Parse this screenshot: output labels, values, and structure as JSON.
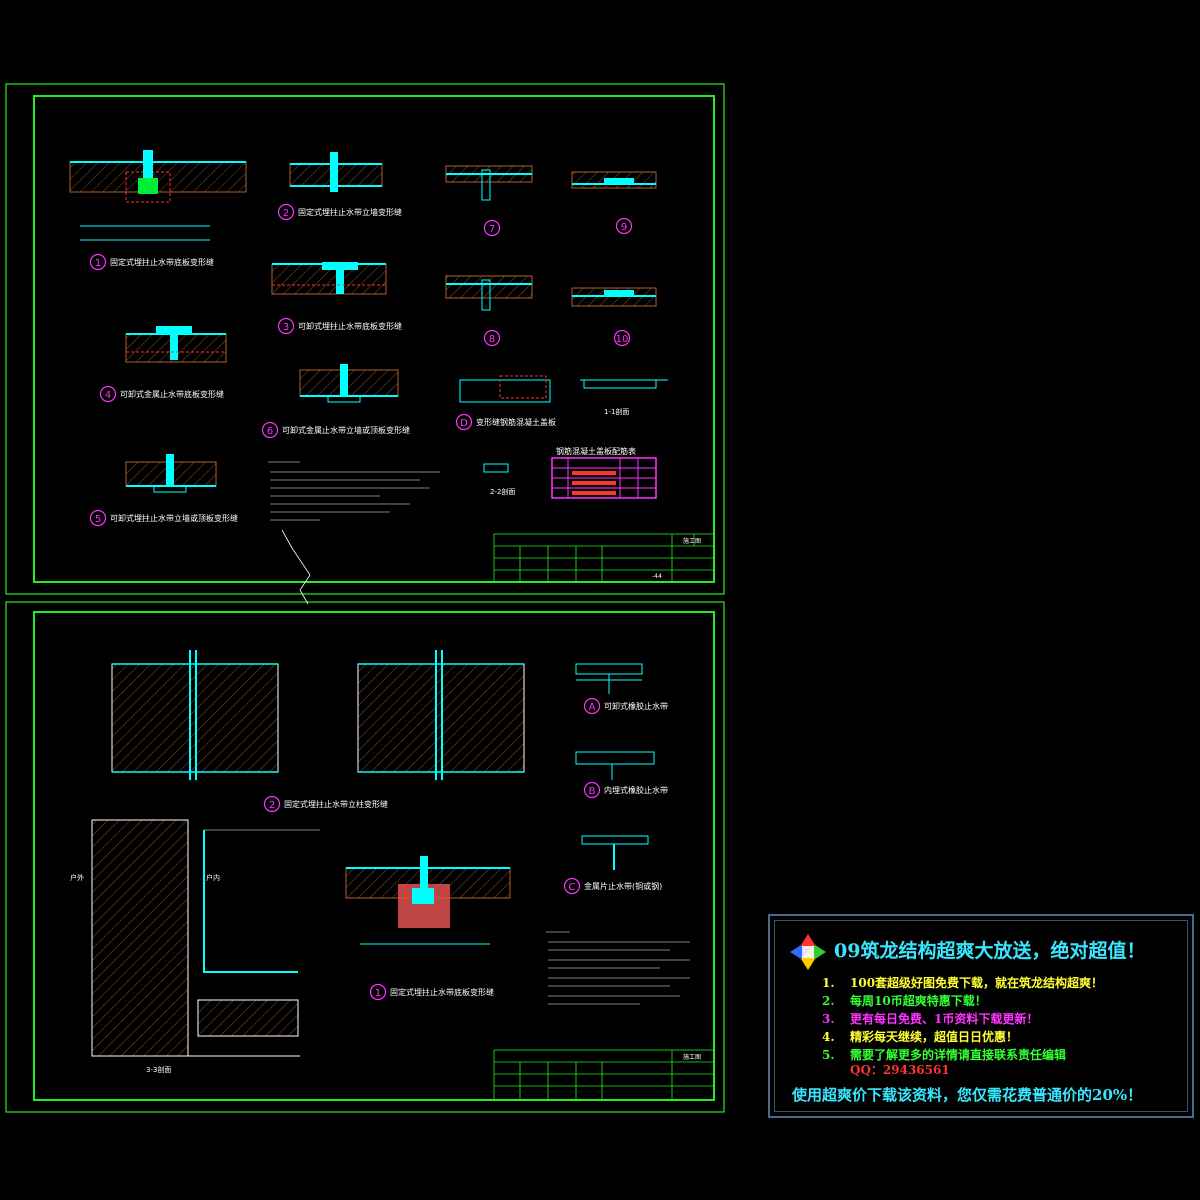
{
  "sheet1": {
    "details": [
      {
        "num": "1",
        "title": "固定式埋拄止水带底板变形缝"
      },
      {
        "num": "2",
        "title": "固定式埋拄止水带立墙变形缝"
      },
      {
        "num": "3",
        "title": "可卸式埋拄止水带底板变形缝"
      },
      {
        "num": "4",
        "title": "可卸式金属止水带底板变形缝"
      },
      {
        "num": "5",
        "title": "可卸式埋拄止水带立墙或顶板变形缝"
      },
      {
        "num": "6",
        "title": "可卸式金属止水带立墙或顶板变形缝"
      },
      {
        "num": "7"
      },
      {
        "num": "8"
      },
      {
        "num": "9"
      },
      {
        "num": "10"
      },
      {
        "num": "D",
        "title": "变形缝钢筋混凝土盖板"
      }
    ],
    "section_labels": [
      "1-1剖面",
      "2-2剖面"
    ],
    "table_title": "钢筋混凝土盖板配筋表",
    "titleblock": {
      "stage": "施工图",
      "sheet": "-44"
    }
  },
  "sheet2": {
    "details": [
      {
        "num": "2",
        "title": "固定式埋拄止水带立柱变形缝"
      },
      {
        "num": "1",
        "title": "固定式埋拄止水带底板变形缝"
      },
      {
        "num": "A",
        "title": "可卸式橡胶止水带"
      },
      {
        "num": "B",
        "title": "内埋式橡胶止水带"
      },
      {
        "num": "C",
        "title": "金属片止水带(铜或钢)"
      }
    ],
    "section_label": "3-3剖面",
    "room_labels": [
      "户内",
      "户外"
    ],
    "titleblock": {
      "stage": "施工图"
    }
  },
  "ad": {
    "title": "09筑龙结构超爽大放送，绝对超值！",
    "items": [
      {
        "n": "1.",
        "text": "100套超级好图免费下载，就在筑龙结构超爽！",
        "color": "#ffff33"
      },
      {
        "n": "2.",
        "text": "每周10币超爽特惠下载！",
        "color": "#33ff33"
      },
      {
        "n": "3.",
        "text": "更有每日免费、1币资料下载更新！",
        "color": "#ff33ff"
      },
      {
        "n": "4.",
        "text": "精彩每天继续，超值日日优惠！",
        "color": "#ffff33"
      },
      {
        "n": "5.",
        "text": "需要了解更多的详情请直接联系责任编辑",
        "color": "#33ff33"
      }
    ],
    "qq": "QQ：29436561",
    "footer": "使用超爽价下载该资料，您仅需花费普通价的20%！"
  },
  "colors": {
    "frame": "#22ee22",
    "cyan": "#00ffff",
    "magenta": "#ff33ff",
    "concrete": "#b06030"
  }
}
